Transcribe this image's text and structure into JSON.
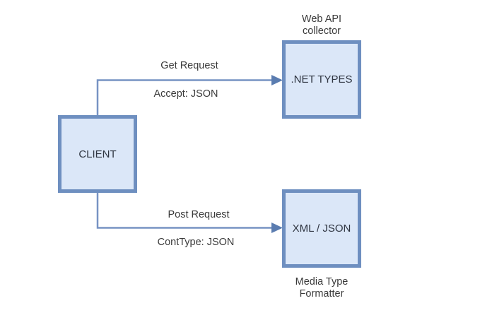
{
  "diagram": {
    "nodes": {
      "client": {
        "label": "CLIENT"
      },
      "net_types": {
        "label": ".NET TYPES",
        "caption": "Web API\ncollector"
      },
      "xml_json": {
        "label": "XML / JSON",
        "caption": "Media Type\nFormatter"
      }
    },
    "edges": {
      "get_request": {
        "from": "CLIENT",
        "to": ".NET TYPES",
        "label_top": "Get Request",
        "label_bottom": "Accept: JSON"
      },
      "post_request": {
        "from": "CLIENT",
        "to": "XML / JSON",
        "label_top": "Post Request",
        "label_bottom": "ContType: JSON"
      }
    },
    "colors": {
      "canvas-bg": "#ffffff",
      "node-fill": "#dbe7f8",
      "node-border": "#6e8fc0",
      "edge-line": "#7793c3",
      "edge-arrow": "#5a7cb0",
      "text": "#3a3a3a"
    }
  }
}
